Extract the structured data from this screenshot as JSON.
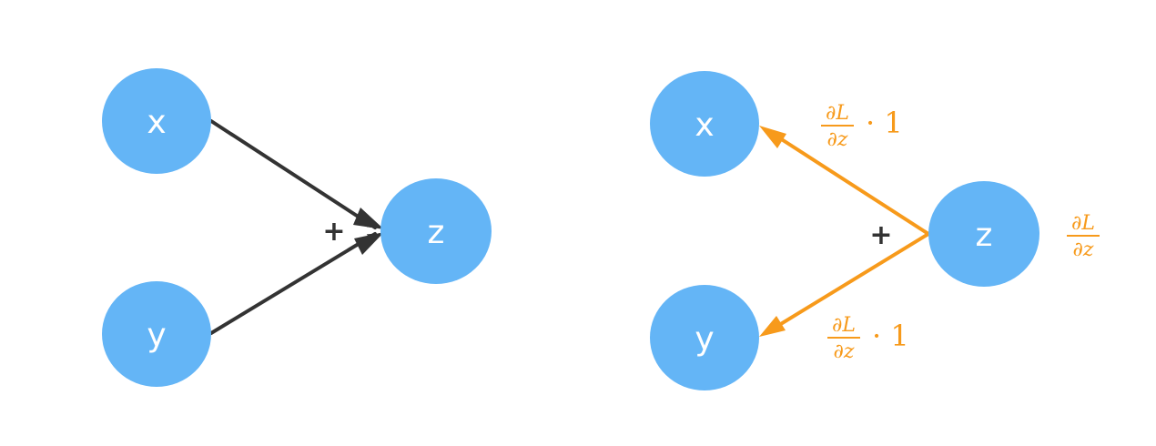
{
  "colors": {
    "node_fill": "#64b5f6",
    "node_text": "#ffffff",
    "forward_edge": "#333333",
    "backward_edge": "#f79a1b",
    "gradient_text": "#f79a1b"
  },
  "forward": {
    "nodes": {
      "x": "x",
      "y": "y",
      "z": "z"
    },
    "operator": "+"
  },
  "backward": {
    "nodes": {
      "x": "x",
      "y": "y",
      "z": "z"
    },
    "operator": "+",
    "grad_x": {
      "num": "∂L",
      "den": "∂z",
      "factor": "· 1"
    },
    "grad_y": {
      "num": "∂L",
      "den": "∂z",
      "factor": "· 1"
    },
    "grad_z": {
      "num": "∂L",
      "den": "∂z"
    }
  }
}
